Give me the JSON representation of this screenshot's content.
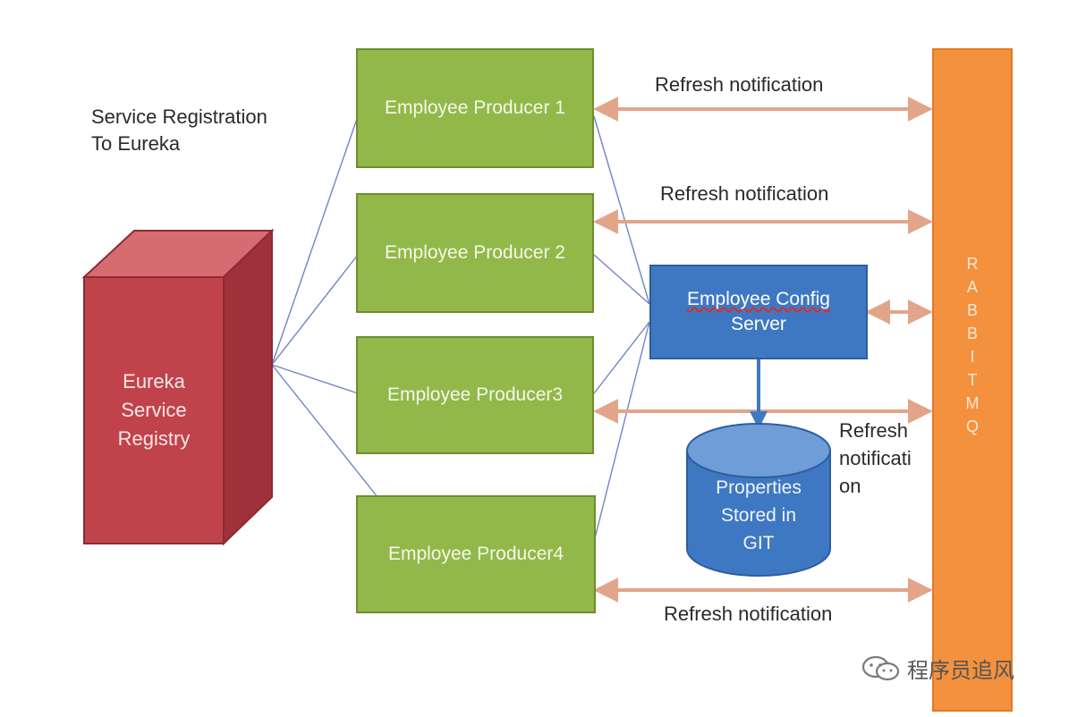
{
  "labels": {
    "service_registration": [
      "Service Registration",
      "To Eureka"
    ],
    "refresh_notification": "Refresh notification",
    "refresh_notification_wrapped": [
      "Refresh",
      "notificati",
      "on"
    ]
  },
  "eureka": {
    "lines": [
      "Eureka",
      "Service",
      "Registry"
    ]
  },
  "producers": [
    "Employee Producer 1",
    "Employee Producer 2",
    "Employee Producer3",
    "Employee Producer4"
  ],
  "config_server": {
    "line1": "Employee Config",
    "line2": "Server"
  },
  "git_store": {
    "lines": [
      "Properties",
      "Stored in",
      "GIT"
    ]
  },
  "rabbitmq": {
    "letters": [
      "R",
      "A",
      "B",
      "B",
      "I",
      "T",
      "M",
      "Q"
    ]
  },
  "watermark": {
    "icon": "wechat-icon",
    "text": "程序员追风"
  },
  "colors": {
    "producer": "#93b84a",
    "config_server": "#3f78c2",
    "git_store": "#3f78c2",
    "eureka": "#c0434c",
    "rabbitmq": "#f3913e",
    "arrow": "#e2a58a",
    "link": "#6e86c4"
  }
}
